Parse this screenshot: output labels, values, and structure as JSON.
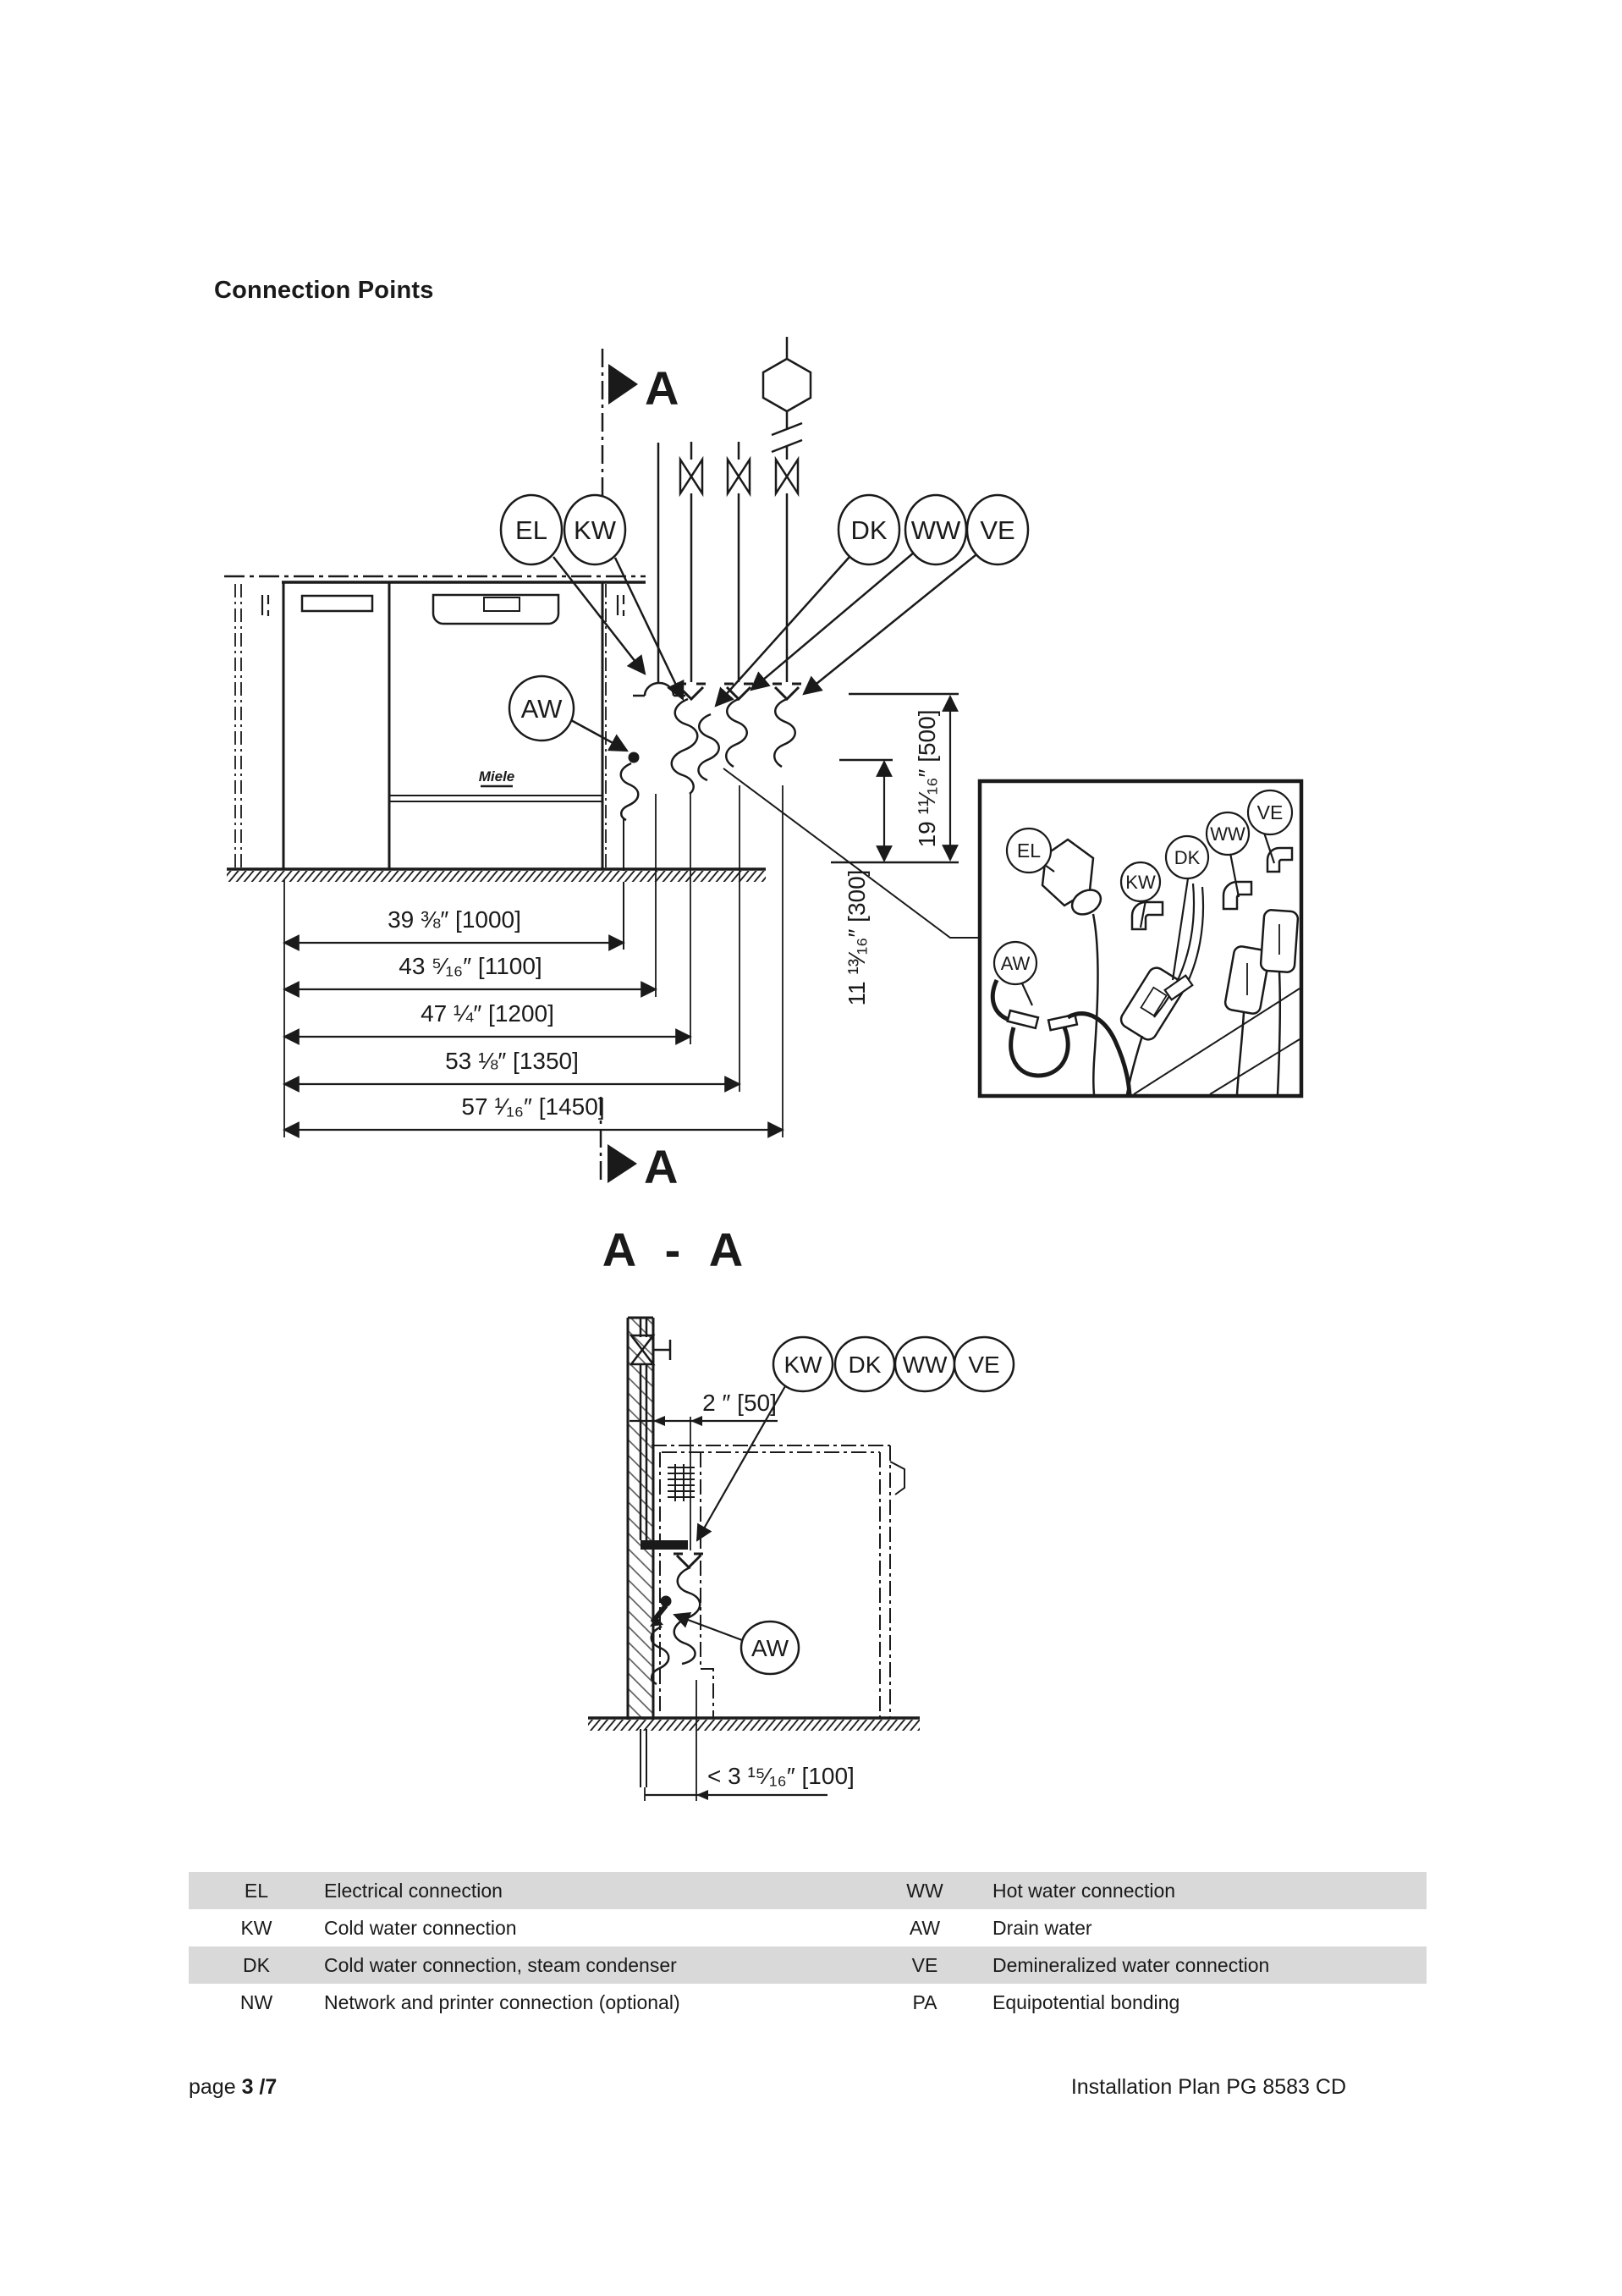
{
  "title": "Connection Points",
  "section_marker": {
    "label": "A"
  },
  "section_title": "A - A",
  "brand": "Miele",
  "labels": {
    "el": "EL",
    "kw": "KW",
    "dk": "DK",
    "ww": "WW",
    "ve": "VE",
    "aw": "AW"
  },
  "dimensions": {
    "d1000": "39 ⅜″ [1000]",
    "d1100": "43 ⁵⁄₁₆″ [1100]",
    "d1200": "47 ¼″ [1200]",
    "d1350": "53 ⅛″ [1350]",
    "d1450": "57 ¹⁄₁₆″ [1450]",
    "d500": "19 ¹¹⁄₁₆″ [500]",
    "d300": "11 ¹³⁄₁₆″ [300]",
    "d50": "2 ″ [50]",
    "d100": "< 3 ¹⁵⁄₁₆″ [100]"
  },
  "legend": {
    "rows": [
      {
        "c1": "EL",
        "d1": "Electrical connection",
        "c2": "WW",
        "d2": "Hot water connection"
      },
      {
        "c1": "KW",
        "d1": "Cold water connection",
        "c2": "AW",
        "d2": "Drain water"
      },
      {
        "c1": "DK",
        "d1": "Cold water connection, steam condenser",
        "c2": "VE",
        "d2": "Demineralized water connection"
      },
      {
        "c1": "NW",
        "d1": "Network and printer connection (optional)",
        "c2": "PA",
        "d2": "Equipotential bonding"
      }
    ]
  },
  "footer": {
    "page_prefix": "page ",
    "page_number": "3",
    "page_total": " /7",
    "right": "Installation Plan PG 8583 CD"
  },
  "colors": {
    "line": "#1a1a1a",
    "row_shade": "#d9d9d9"
  }
}
